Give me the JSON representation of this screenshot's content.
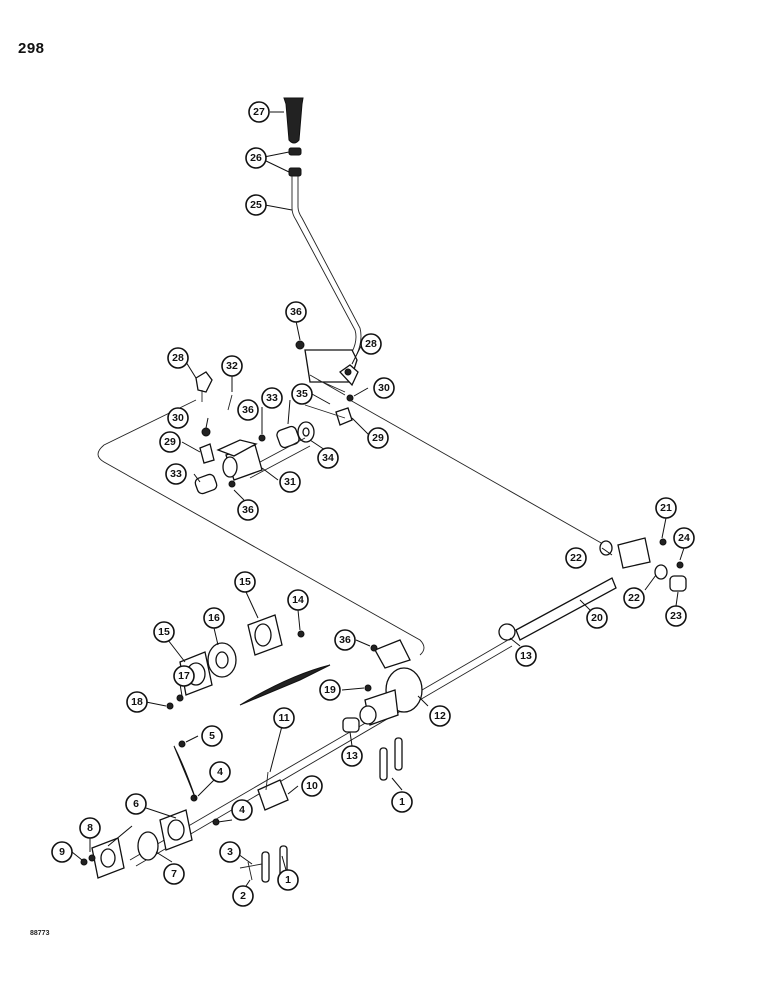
{
  "page": {
    "number": "298",
    "figure_code": "88773"
  },
  "callouts": [
    {
      "id": "c27",
      "label": "27"
    },
    {
      "id": "c26",
      "label": "26"
    },
    {
      "id": "c25",
      "label": "25"
    },
    {
      "id": "c36a",
      "label": "36"
    },
    {
      "id": "c28a",
      "label": "28"
    },
    {
      "id": "c28b",
      "label": "28"
    },
    {
      "id": "c32",
      "label": "32"
    },
    {
      "id": "c30a",
      "label": "30"
    },
    {
      "id": "c30b",
      "label": "30"
    },
    {
      "id": "c35",
      "label": "35"
    },
    {
      "id": "c33a",
      "label": "33"
    },
    {
      "id": "c36b",
      "label": "36"
    },
    {
      "id": "c29a",
      "label": "29"
    },
    {
      "id": "c29b",
      "label": "29"
    },
    {
      "id": "c34",
      "label": "34"
    },
    {
      "id": "c33b",
      "label": "33"
    },
    {
      "id": "c31",
      "label": "31"
    },
    {
      "id": "c36c",
      "label": "36"
    },
    {
      "id": "c21",
      "label": "21"
    },
    {
      "id": "c24",
      "label": "24"
    },
    {
      "id": "c22a",
      "label": "22"
    },
    {
      "id": "c22b",
      "label": "22"
    },
    {
      "id": "c20",
      "label": "20"
    },
    {
      "id": "c23",
      "label": "23"
    },
    {
      "id": "c13a",
      "label": "13"
    },
    {
      "id": "c15a",
      "label": "15"
    },
    {
      "id": "c15b",
      "label": "15"
    },
    {
      "id": "c16",
      "label": "16"
    },
    {
      "id": "c14",
      "label": "14"
    },
    {
      "id": "c36d",
      "label": "36"
    },
    {
      "id": "c17",
      "label": "17"
    },
    {
      "id": "c18",
      "label": "18"
    },
    {
      "id": "c19",
      "label": "19"
    },
    {
      "id": "c12",
      "label": "12"
    },
    {
      "id": "c11",
      "label": "11"
    },
    {
      "id": "c13b",
      "label": "13"
    },
    {
      "id": "c5",
      "label": "5"
    },
    {
      "id": "c4a",
      "label": "4"
    },
    {
      "id": "c10",
      "label": "10"
    },
    {
      "id": "c1a",
      "label": "1"
    },
    {
      "id": "c6",
      "label": "6"
    },
    {
      "id": "c4b",
      "label": "4"
    },
    {
      "id": "c8",
      "label": "8"
    },
    {
      "id": "c9",
      "label": "9"
    },
    {
      "id": "c7",
      "label": "7"
    },
    {
      "id": "c3",
      "label": "3"
    },
    {
      "id": "c2",
      "label": "2"
    },
    {
      "id": "c1b",
      "label": "1"
    }
  ]
}
